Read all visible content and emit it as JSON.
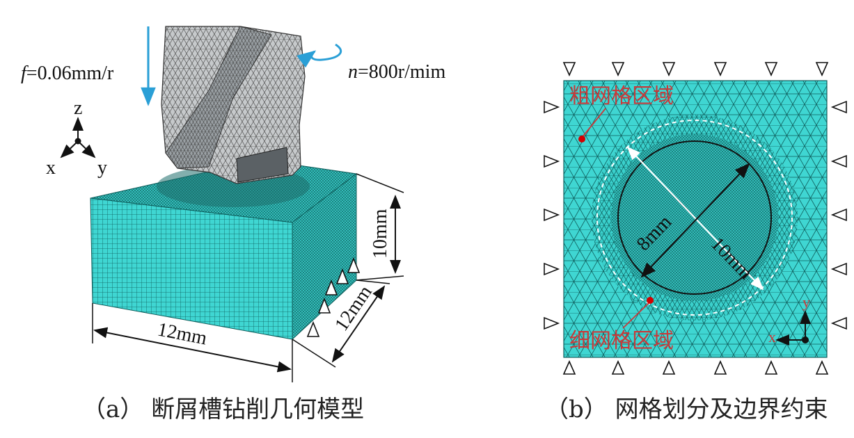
{
  "panel_a": {
    "feed_italic": "f",
    "feed_value": "=0.06mm/r",
    "speed_italic": "n",
    "speed_value": "=800r/mim",
    "axis_z": "z",
    "axis_x": "x",
    "axis_y": "y",
    "dim_height": "10mm",
    "dim_width": "12mm",
    "dim_depth": "12mm",
    "caption": "（a） 断屑槽钻削几何模型"
  },
  "panel_b": {
    "coarse_label": "粗网格区域",
    "fine_label": "细网格区域",
    "dim_inner": "8mm",
    "dim_outer": "10mm",
    "axis_y": "y",
    "axis_x": "x",
    "caption": "（b） 网格划分及边界约束"
  },
  "colors": {
    "mesh_cyan": "#3fd6d2",
    "mesh_line": "#0d5c5a",
    "drill_gray": "#bfc3c6",
    "arrow_blue": "#2a9fd6",
    "label_red": "#c83a3a"
  }
}
